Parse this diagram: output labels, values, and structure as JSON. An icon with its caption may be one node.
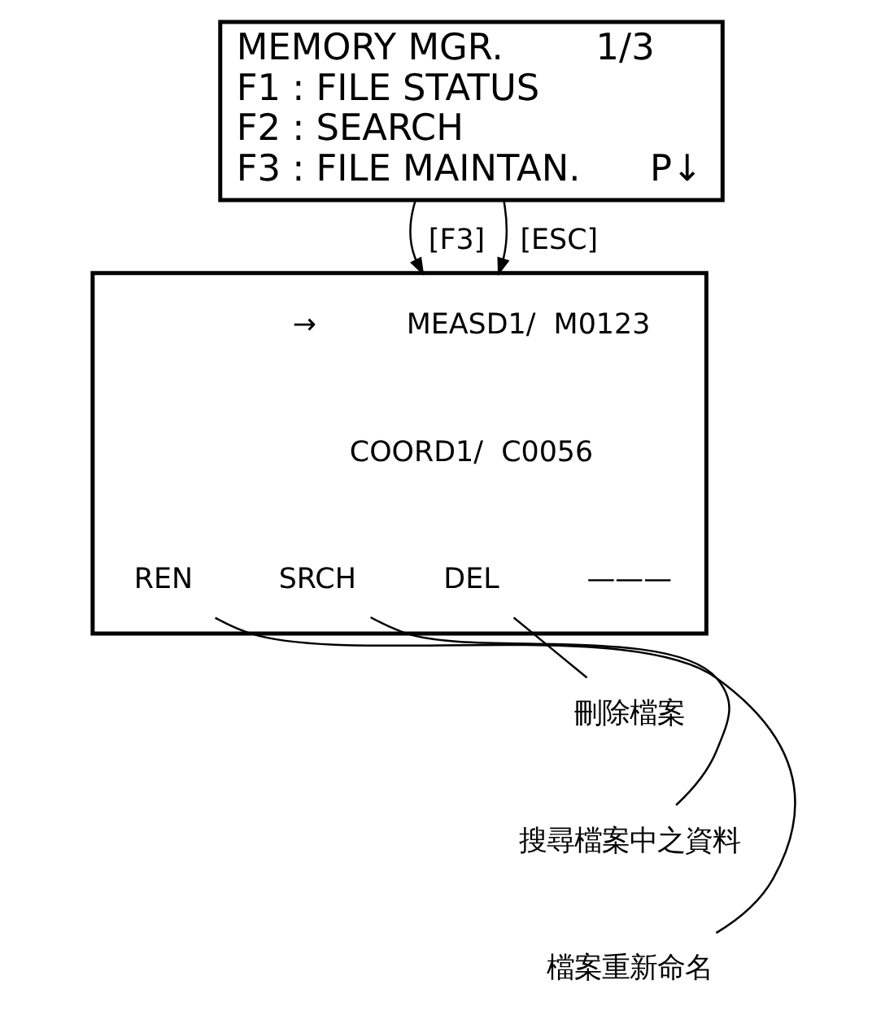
{
  "diagram": {
    "nodes": [
      {
        "text": [
          "MEMORY MGR.        1/3",
          "F1 : FILE STATUS",
          "F2 : SEARCH",
          "F3 : FILE MAINTAN.      P↓"
        ]
      },
      {
        "text": [],
        "shape": "box"
      },
      {
        "text": [
          "→          MEASD1/  M0123"
        ],
        "in": 1
      },
      {
        "text": [
          "COORD1/  C0056"
        ],
        "in": 1
      },
      {
        "text": [
          "REN"
        ],
        "in": 1
      },
      {
        "text": [
          "SRCH"
        ],
        "in": 1
      },
      {
        "text": [
          "DEL"
        ],
        "in": 1
      },
      {
        "text": [
          "———"
        ],
        "in": 1
      },
      {
        "text": [
          "刪除檔案"
        ]
      },
      {
        "text": [
          "搜尋檔案中之資料"
        ]
      },
      {
        "text": [
          "檔案重新命名"
        ]
      }
    ],
    "edges": [
      {
        "from": 0,
        "to": 1,
        "arrow": "to",
        "label": "[F3]"
      },
      {
        "from": 0,
        "to": 1,
        "arrow": "to",
        "label": "[ESC]"
      },
      {
        "from": 8,
        "to": 6,
        "arrow": "none"
      },
      {
        "from": 9,
        "to": 5,
        "arrow": "none"
      },
      {
        "from": 10,
        "to": 4,
        "arrow": "none"
      }
    ]
  }
}
